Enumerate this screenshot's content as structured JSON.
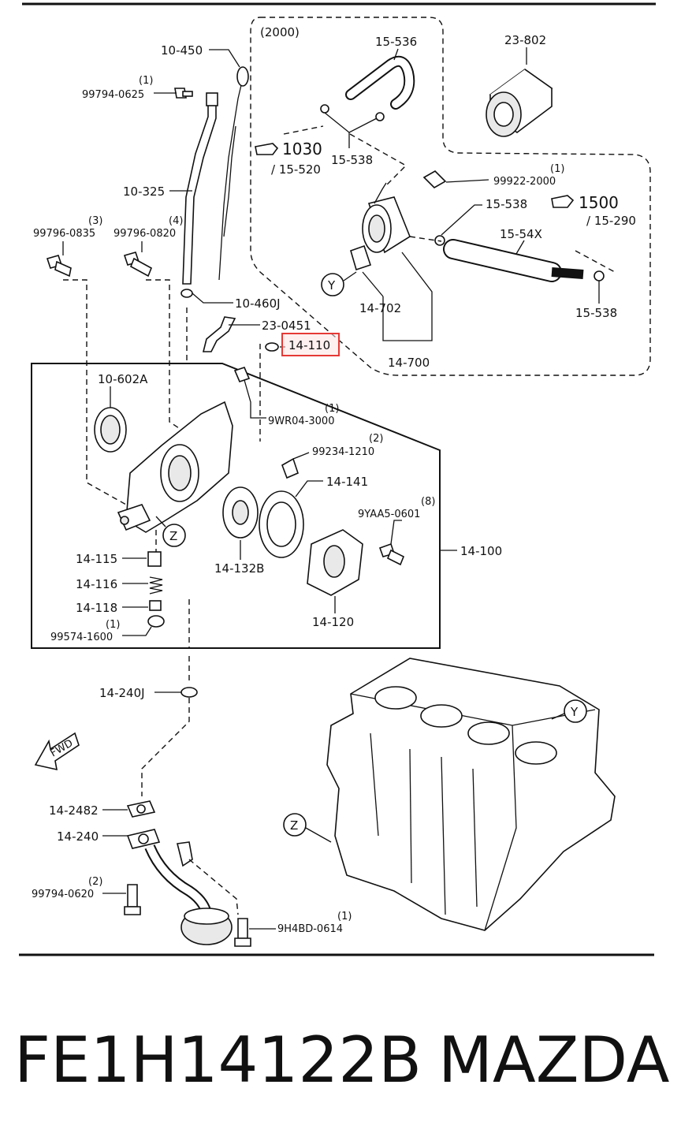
{
  "diagram": {
    "year_note": "(2000)",
    "refs": {
      "r1030": "1030",
      "r1030_sub": "/ 15-520",
      "r1500": "1500",
      "r1500_sub": "/ 15-290"
    },
    "labels": {
      "p10_450": "10-450",
      "p99794_0625": "99794-0625",
      "q99794_0625": "(1)",
      "p10_325": "10-325",
      "p99796_0835": "99796-0835",
      "q99796_0835": "(3)",
      "p99796_0820": "99796-0820",
      "q99796_0820": "(4)",
      "p10_460J": "10-460J",
      "p23_0451": "23-0451",
      "p14_110": "14-110",
      "p15_536": "15-536",
      "p15_538a": "15-538",
      "p23_802": "23-802",
      "p99922_2000": "99922-2000",
      "q99922_2000": "(1)",
      "p15_538b": "15-538",
      "p15_54X": "15-54X",
      "p14_702": "14-702",
      "p14_700": "14-700",
      "p15_538c": "15-538",
      "p10_602A": "10-602A",
      "p9WR04_3000": "9WR04-3000",
      "q9WR04_3000": "(1)",
      "p99234_1210": "99234-1210",
      "q99234_1210": "(2)",
      "p14_141": "14-141",
      "p9YAA5_0601": "9YAA5-0601",
      "q9YAA5_0601": "(8)",
      "p14_100": "14-100",
      "p14_115": "14-115",
      "p14_116": "14-116",
      "p14_118": "14-118",
      "p99574_1600": "99574-1600",
      "q99574_1600": "(1)",
      "p14_132B": "14-132B",
      "p14_120": "14-120",
      "p14_240J": "14-240J",
      "p14_2482": "14-2482",
      "p14_240": "14-240",
      "p99794_0620": "99794-0620",
      "q99794_0620": "(2)",
      "p9H4BD_0614": "9H4BD-0614",
      "q9H4BD_0614": "(1)"
    },
    "callouts": {
      "y": "Y",
      "z": "Z"
    },
    "fwd": "FWD",
    "highlight_color": "#e53935"
  },
  "footer": {
    "part_number": "FE1H14122B",
    "brand": "MAZDA"
  }
}
